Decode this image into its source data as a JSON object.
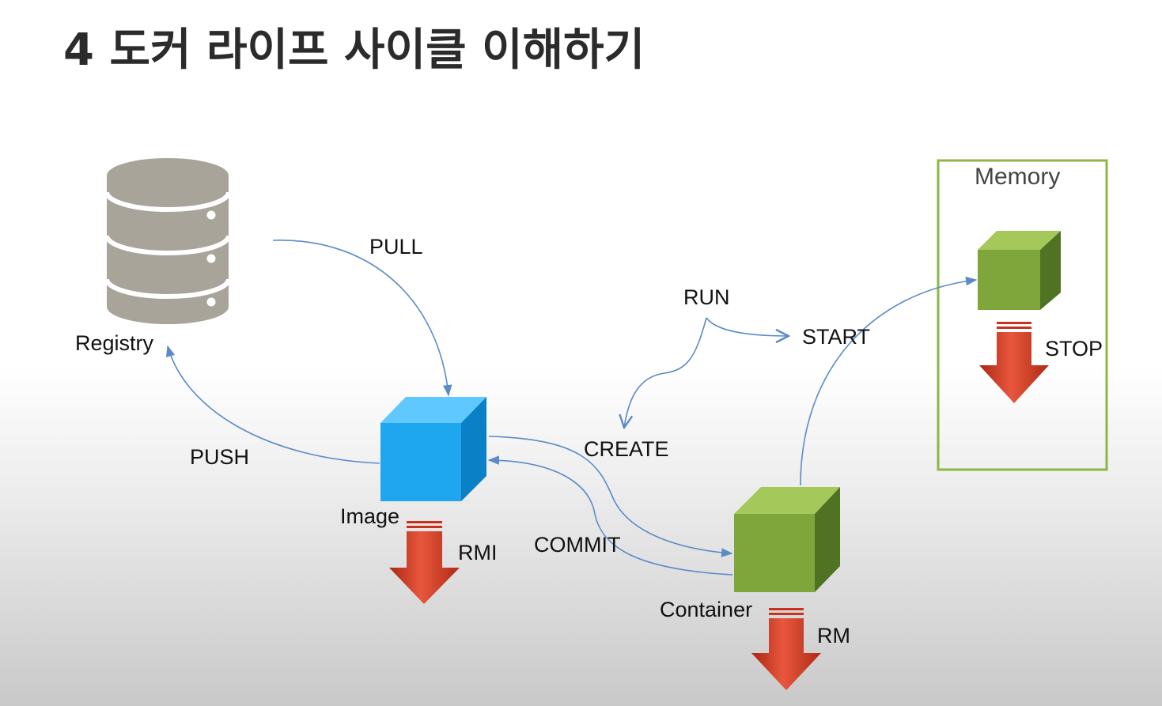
{
  "title": "4 도커 라이프 사이클 이해하기",
  "nodes": {
    "registry": "Registry",
    "image": "Image",
    "container": "Container",
    "memory": "Memory"
  },
  "actions": {
    "pull": "PULL",
    "push": "PUSH",
    "run": "RUN",
    "start": "START",
    "create": "CREATE",
    "commit": "COMMIT",
    "stop": "STOP",
    "rmi": "RMI",
    "rm": "RM"
  },
  "colors": {
    "arrow_line": "#5b8ac9",
    "image_cube": "#1ea6ef",
    "container_cube": "#7ea63a",
    "memory_border": "#8db646",
    "down_arrow": "#d83a22",
    "database": "#a9a49a"
  }
}
